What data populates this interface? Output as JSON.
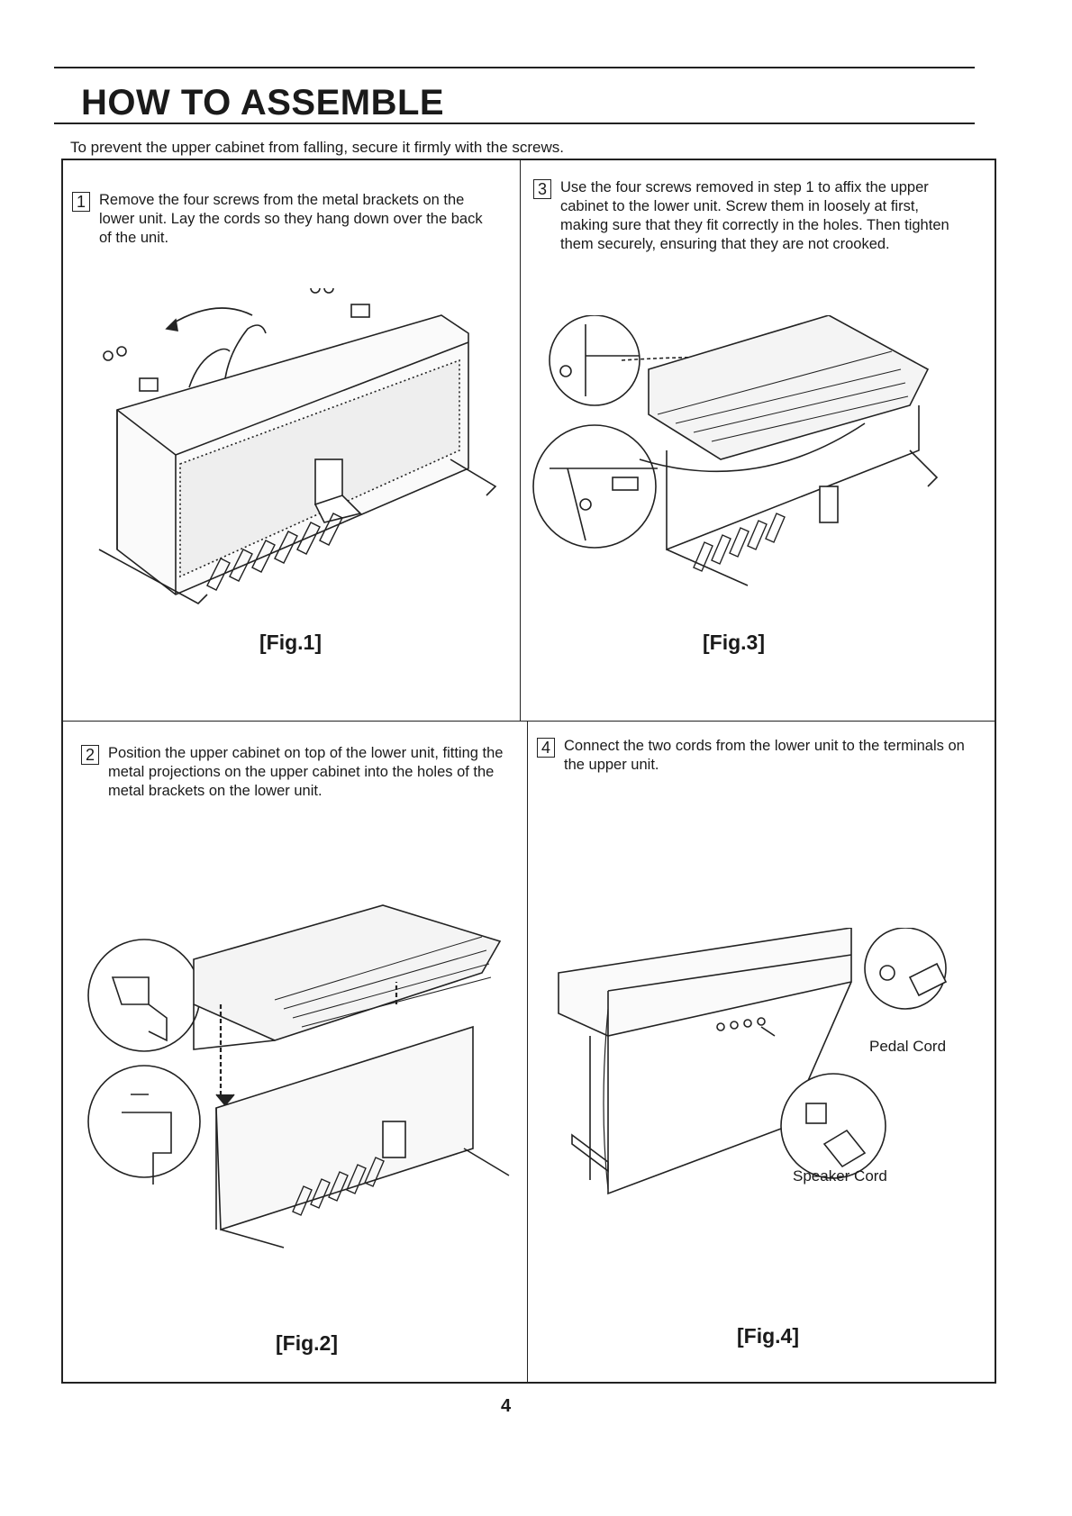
{
  "page": {
    "title": "HOW TO ASSEMBLE",
    "intro": "To prevent the upper cabinet from falling, secure it firmly with the screws.",
    "page_number": "4"
  },
  "steps": [
    {
      "num": "1",
      "text": "Remove the four screws from the metal brackets on the lower unit. Lay the cords so they hang down over the back of the unit.",
      "fig": "[Fig.1]"
    },
    {
      "num": "2",
      "text": "Position the upper cabinet on top of the lower unit, fitting the metal projections on the upper cabinet into the holes of the metal brackets on the lower unit.",
      "fig": "[Fig.2]"
    },
    {
      "num": "3",
      "text": "Use the four screws removed in step 1 to affix the upper cabinet to the lower unit. Screw them in loosely at first, making sure that they fit correctly in the holes. Then tighten them securely, ensuring that they are not crooked.",
      "fig": "[Fig.3]"
    },
    {
      "num": "4",
      "text": "Connect the two cords from the lower unit to the terminals on the upper unit.",
      "fig": "[Fig.4]"
    }
  ],
  "callouts": {
    "pedal_cord": "Pedal Cord",
    "speaker_cord": "Speaker Cord"
  }
}
